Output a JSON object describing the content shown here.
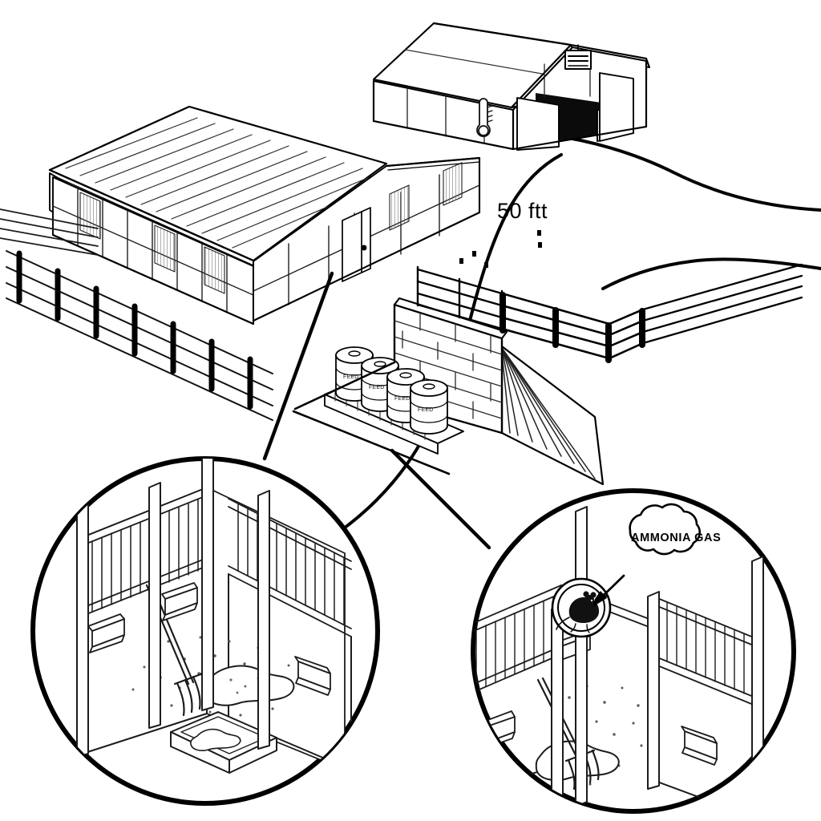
{
  "illustration": {
    "title": "Livestock barn ventilation and stall sanitation line drawing",
    "style": "black and white line art, isometric perspective",
    "background_color": "#ffffff",
    "line_color": "#000000"
  },
  "annotations": {
    "distance_label": "50 ftt",
    "ammonia_label": "AMMONIA GAS"
  },
  "scene": {
    "main_barn": {
      "name": "main livestock barn",
      "roof": "ribbed metal gable roof",
      "walls": "window panel walls with shaded vent panels",
      "door_label": "",
      "fence": "four-rail wooden perimeter fence"
    },
    "secondary_barn": {
      "name": "open-door storage barn",
      "door_state": "open sliding doors",
      "gable_vent": "louver vent",
      "thermometer": "wall thermometer"
    },
    "storage_area": {
      "retaining_wall": "concrete block retaining wall",
      "ramp": "hatched earth slope",
      "pallet": "wooden pallet",
      "barrels": [
        {
          "label": "FEED"
        },
        {
          "label": "FEED"
        },
        {
          "label": "FEED"
        },
        {
          "label": "FEED"
        }
      ]
    },
    "detail_left": {
      "name": "stall bedding detail",
      "contents": [
        "stall railings",
        "feed troughs",
        "wood shaving bedding",
        "manure pile",
        "pitchfork",
        "muck tray"
      ]
    },
    "detail_right": {
      "name": "ammonia and rodent hazard detail",
      "contents": [
        "stall railings",
        "feed troughs",
        "rodent warning badge",
        "ammonia gas cloud",
        "arrow pointing to bedding",
        "pitchfork in manure"
      ]
    }
  },
  "colors": {
    "ink": "#000000",
    "paper": "#ffffff",
    "shade": "#e9e9e9",
    "dark_opening": "#0b0b0b"
  }
}
